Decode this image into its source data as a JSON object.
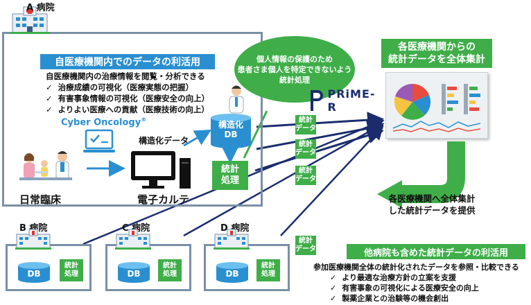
{
  "hospital_a": {
    "label": "A 病院",
    "banner": "自医療機関内でのデータの利活用",
    "subtitle": "自医療機関内の治療情報を閲覧・分析できる",
    "items": [
      "治療成績の可視化（医療実態の把握）",
      "有害事象情報の可視化（医療安全の向上）",
      "よりよい医療への貢献（医療技術の向上）"
    ],
    "cyber_oncology": "Cyber Oncology",
    "cyber_reg": "®",
    "structured_label": "構造化データ",
    "daily_clinic": "日常臨床",
    "emr": "電子カルテ",
    "structured_db_line1": "構造化",
    "structured_db_line2": "DB",
    "stats_line1": "統計",
    "stats_line2": "処理"
  },
  "privacy_bubble": {
    "line1": "個人情報の保護のため",
    "line2": "患者さま個人を特定できないよう",
    "line3": "統計処理"
  },
  "brand": {
    "name": "PRiME-R"
  },
  "aggregate_banner": {
    "line1": "各医療機関からの",
    "line2": "統計データを全体集計"
  },
  "provide_arrow": {
    "line1": "各医療機関へ全体集計",
    "line2": "した統計データを提供"
  },
  "stat_data_tag": {
    "line1": "統計",
    "line2": "データ"
  },
  "other_hospitals": [
    {
      "label": "B 病院",
      "db": "DB",
      "stats1": "統計",
      "stats2": "処理"
    },
    {
      "label": "C 病院",
      "db": "DB",
      "stats1": "統計",
      "stats2": "処理"
    },
    {
      "label": "D 病院",
      "db": "DB",
      "stats1": "統計",
      "stats2": "処理"
    }
  ],
  "usage_banner": "他病院も含めた統計データの利活用",
  "usage_subtitle": "参加医療機関全体の統計化されたデータを参照・比較できる",
  "usage_items": [
    "より最適な治療方針の立案を支援",
    "有害事象の可視化による医療安全の向上",
    "製薬企業との治験等の機会創出"
  ],
  "check_mark": "✓",
  "colors": {
    "blue": "#2a8fd0",
    "green": "#3fae49",
    "navy": "#1a2c6e",
    "frame": "#7a8fa6"
  },
  "icons": [
    "hospital-icon",
    "doctor-icon",
    "monitor-icon",
    "laptop-icon",
    "dashboard-icon",
    "database-icon"
  ]
}
